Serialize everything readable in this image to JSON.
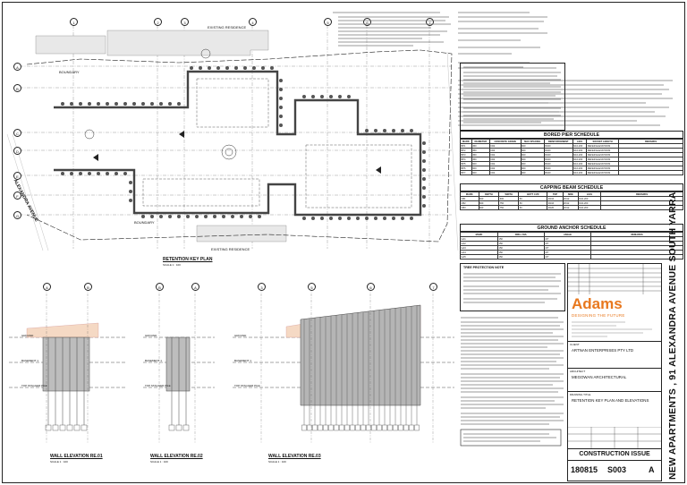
{
  "plan": {
    "residence_top": "EXISTING RESIDENCE",
    "residence_bottom": "EXISTING RESIDENCE",
    "boundary_left": "BOUNDARY",
    "boundary_bottom": "BOUNDARY",
    "street": "ALEXANDRA AVENUE",
    "title": "RETENTION KEY PLAN",
    "scale": "SCALE 1 : 100",
    "grid_cols": [
      "1",
      "2",
      "3",
      "4",
      "5",
      "6",
      "7"
    ],
    "grid_rows": [
      "A",
      "B",
      "C",
      "D",
      "E",
      "F",
      "G"
    ]
  },
  "elevations": [
    {
      "title": "WALL ELEVATION RE.01",
      "scale": "SCALE 1 : 100"
    },
    {
      "title": "WALL ELEVATION RE.02",
      "scale": "SCALE 1 : 100"
    },
    {
      "title": "WALL ELEVATION RE.03",
      "scale": "SCALE 1 : 100"
    }
  ],
  "levels": [
    "GROUND",
    "BASEMENT 1",
    "TOP STAGGER PILE"
  ],
  "bored_pier": {
    "title": "BORED PIER SCHEDULE",
    "headers": [
      "MARK",
      "DIAMETER",
      "CONCRETE GRADE",
      "MAX SPACING",
      "REINFORCEMENT",
      "LIGS",
      "SOCKET LENGTH",
      "REMARKS"
    ],
    "rows": [
      [
        "BP1",
        "450",
        "N32",
        "600",
        "6N20",
        "N10-200",
        "REFER ELEVATIONS",
        ""
      ],
      [
        "BP2",
        "450",
        "N32",
        "600",
        "6N20",
        "N10-200",
        "REFER ELEVATIONS",
        ""
      ],
      [
        "BP3",
        "450",
        "N32",
        "600",
        "6N20",
        "N10-200",
        "REFER ELEVATIONS",
        ""
      ],
      [
        "BP4",
        "450",
        "N32",
        "600",
        "6N20",
        "N10-200",
        "REFER ELEVATIONS",
        ""
      ],
      [
        "BP5",
        "600",
        "N32",
        "900",
        "8N20",
        "N10-200",
        "REFER ELEVATIONS",
        ""
      ],
      [
        "BP6",
        "600",
        "N32",
        "900",
        "8N20",
        "N10-200",
        "REFER ELEVATIONS",
        ""
      ],
      [
        "BP7",
        "600",
        "N32",
        "900",
        "8N20",
        "N10-200",
        "REFER ELEVATIONS",
        ""
      ]
    ]
  },
  "capping_beam": {
    "title": "CAPPING BEAM SCHEDULE",
    "headers": [
      "MARK",
      "DEPTH",
      "WIDTH",
      "BOTT CVR",
      "TOP",
      "SIDE",
      "LIGS",
      "REMARKS"
    ],
    "rows": [
      [
        "CB1",
        "600",
        "600",
        "50",
        "4N16",
        "2N12",
        "N10-200",
        ""
      ],
      [
        "CB2",
        "600",
        "750",
        "50",
        "4N16",
        "2N12",
        "N10-200",
        ""
      ],
      [
        "CB3",
        "600",
        "750",
        "50",
        "4N20",
        "2N12",
        "N10-200",
        ""
      ]
    ]
  },
  "ground_anchor": {
    "title": "GROUND ANCHOR SCHEDULE",
    "headers": [
      "MARK",
      "DRILL DIA.",
      "ANGLE",
      "REMARKS"
    ],
    "rows": [
      [
        "GA1",
        "150",
        "20°",
        ""
      ],
      [
        "GA2",
        "150",
        "20°",
        ""
      ],
      [
        "GA3",
        "150",
        "20°",
        ""
      ],
      [
        "GA4",
        "150",
        "20°",
        ""
      ],
      [
        "GA5",
        "150",
        "20°",
        ""
      ]
    ]
  },
  "notes_tree": {
    "title": "TREE PROTECTION NOTE"
  },
  "title_block": {
    "logo": "Adams",
    "tagline": "DESIGNING THE FUTURE",
    "client_label": "CLIENT",
    "client": "ARTNAN ENTERPRISES PTY LTD",
    "architect_label": "ARCHITECT",
    "architect": "MEGOWAN ARCHITECTURAL",
    "drawing_label": "DRAWING TITLE",
    "drawing_title": "RETENTION KEY PLAN AND ELEVATIONS",
    "status": "CONSTRUCTION ISSUE",
    "job_no": "180815",
    "sheet_no": "S003",
    "revision": "A",
    "project": "NEW APARTMENTS , 91 ALEXANDRA AVENUE SOUTH YARRA"
  },
  "colors": {
    "accent": "#e8781e",
    "line": "#222222",
    "hatch": "#9a9a9a"
  }
}
